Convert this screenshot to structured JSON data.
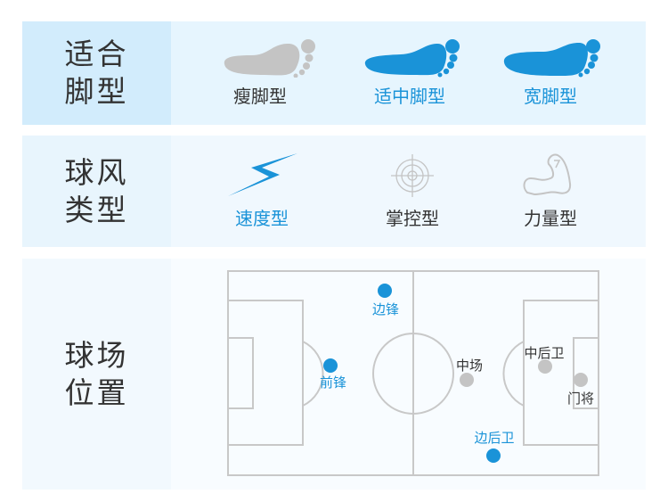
{
  "colors": {
    "accent": "#1a93d8",
    "gray": "#c4c4c4",
    "text": "#333333"
  },
  "foot_type": {
    "label_line1": "适合",
    "label_line2": "脚型",
    "items": [
      {
        "label": "瘦脚型",
        "icon": "narrow-foot-icon",
        "active": false
      },
      {
        "label": "适中脚型",
        "icon": "medium-foot-icon",
        "active": true
      },
      {
        "label": "宽脚型",
        "icon": "wide-foot-icon",
        "active": true
      }
    ]
  },
  "play_style": {
    "label_line1": "球风",
    "label_line2": "类型",
    "items": [
      {
        "label": "速度型",
        "icon": "lightning-icon",
        "active": true
      },
      {
        "label": "掌控型",
        "icon": "crosshair-icon",
        "active": false
      },
      {
        "label": "力量型",
        "icon": "muscle-arm-icon",
        "active": false
      }
    ]
  },
  "position": {
    "label_line1": "球场",
    "label_line2": "位置",
    "players": [
      {
        "label": "边锋",
        "active": true
      },
      {
        "label": "前锋",
        "active": true
      },
      {
        "label": "中场",
        "active": false
      },
      {
        "label": "中后卫",
        "active": false
      },
      {
        "label": "门将",
        "active": false
      },
      {
        "label": "边后卫",
        "active": true
      }
    ]
  }
}
